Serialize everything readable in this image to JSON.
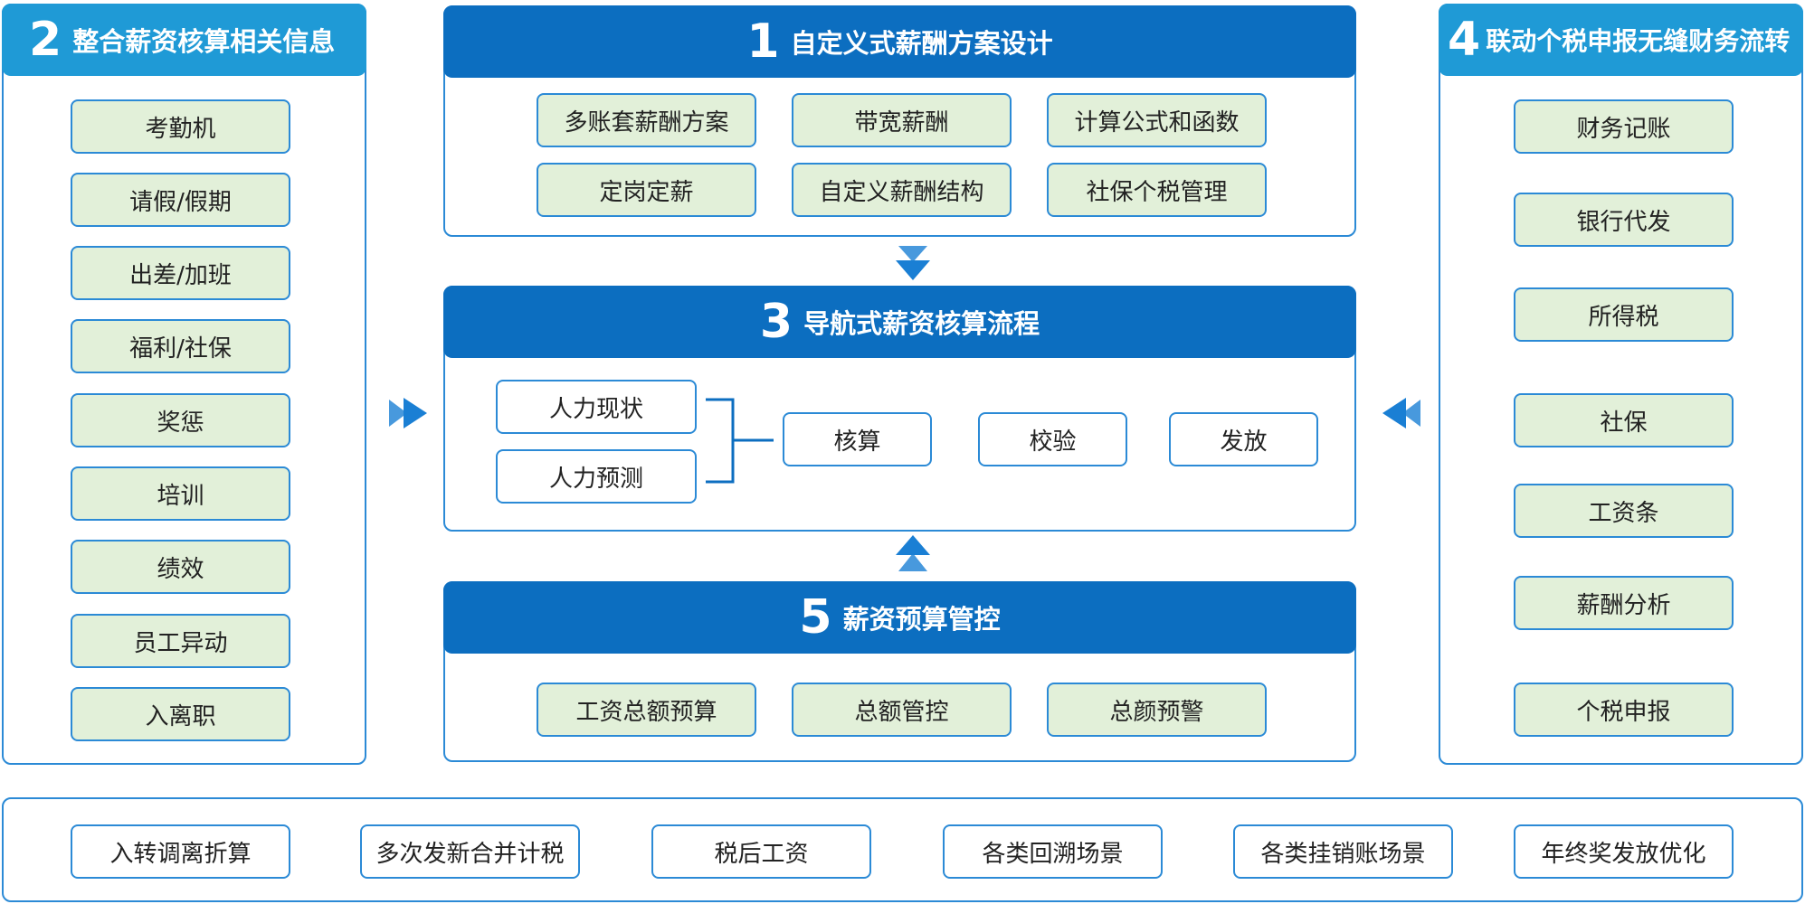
{
  "section2": {
    "number": "2",
    "title": "整合薪资核算相关信息",
    "items": [
      "考勤机",
      "请假/假期",
      "出差/加班",
      "福利/社保",
      "奖惩",
      "培训",
      "绩效",
      "员工异动",
      "入离职"
    ]
  },
  "section1": {
    "number": "1",
    "title": "自定义式薪酬方案设计",
    "items": [
      "多账套薪酬方案",
      "带宽薪酬",
      "计算公式和函数",
      "定岗定薪",
      "自定义薪酬结构",
      "社保个税管理"
    ]
  },
  "section3": {
    "number": "3",
    "title": "导航式薪资核算流程",
    "inputs": [
      "人力现状",
      "人力预测"
    ],
    "steps": [
      "核算",
      "校验",
      "发放"
    ]
  },
  "section5": {
    "number": "5",
    "title": "薪资预算管控",
    "items": [
      "工资总额预算",
      "总额管控",
      "总颜预警"
    ]
  },
  "section4": {
    "number": "4",
    "title": "联动个税申报无缝财务流转",
    "items": [
      "财务记账",
      "银行代发",
      "所得税",
      "社保",
      "工资条",
      "薪酬分析",
      "个税申报"
    ]
  },
  "bottom": {
    "items": [
      "入转调离折算",
      "多次发新合并计税",
      "税后工资",
      "各类回溯场景",
      "各类挂销账场景",
      "年终奖发放优化"
    ]
  },
  "colors": {
    "header_light": "#1f9ad6",
    "header_dark": "#0c6ec0",
    "border": "#2b8ad6",
    "green_fill": "#e2f0d9"
  }
}
